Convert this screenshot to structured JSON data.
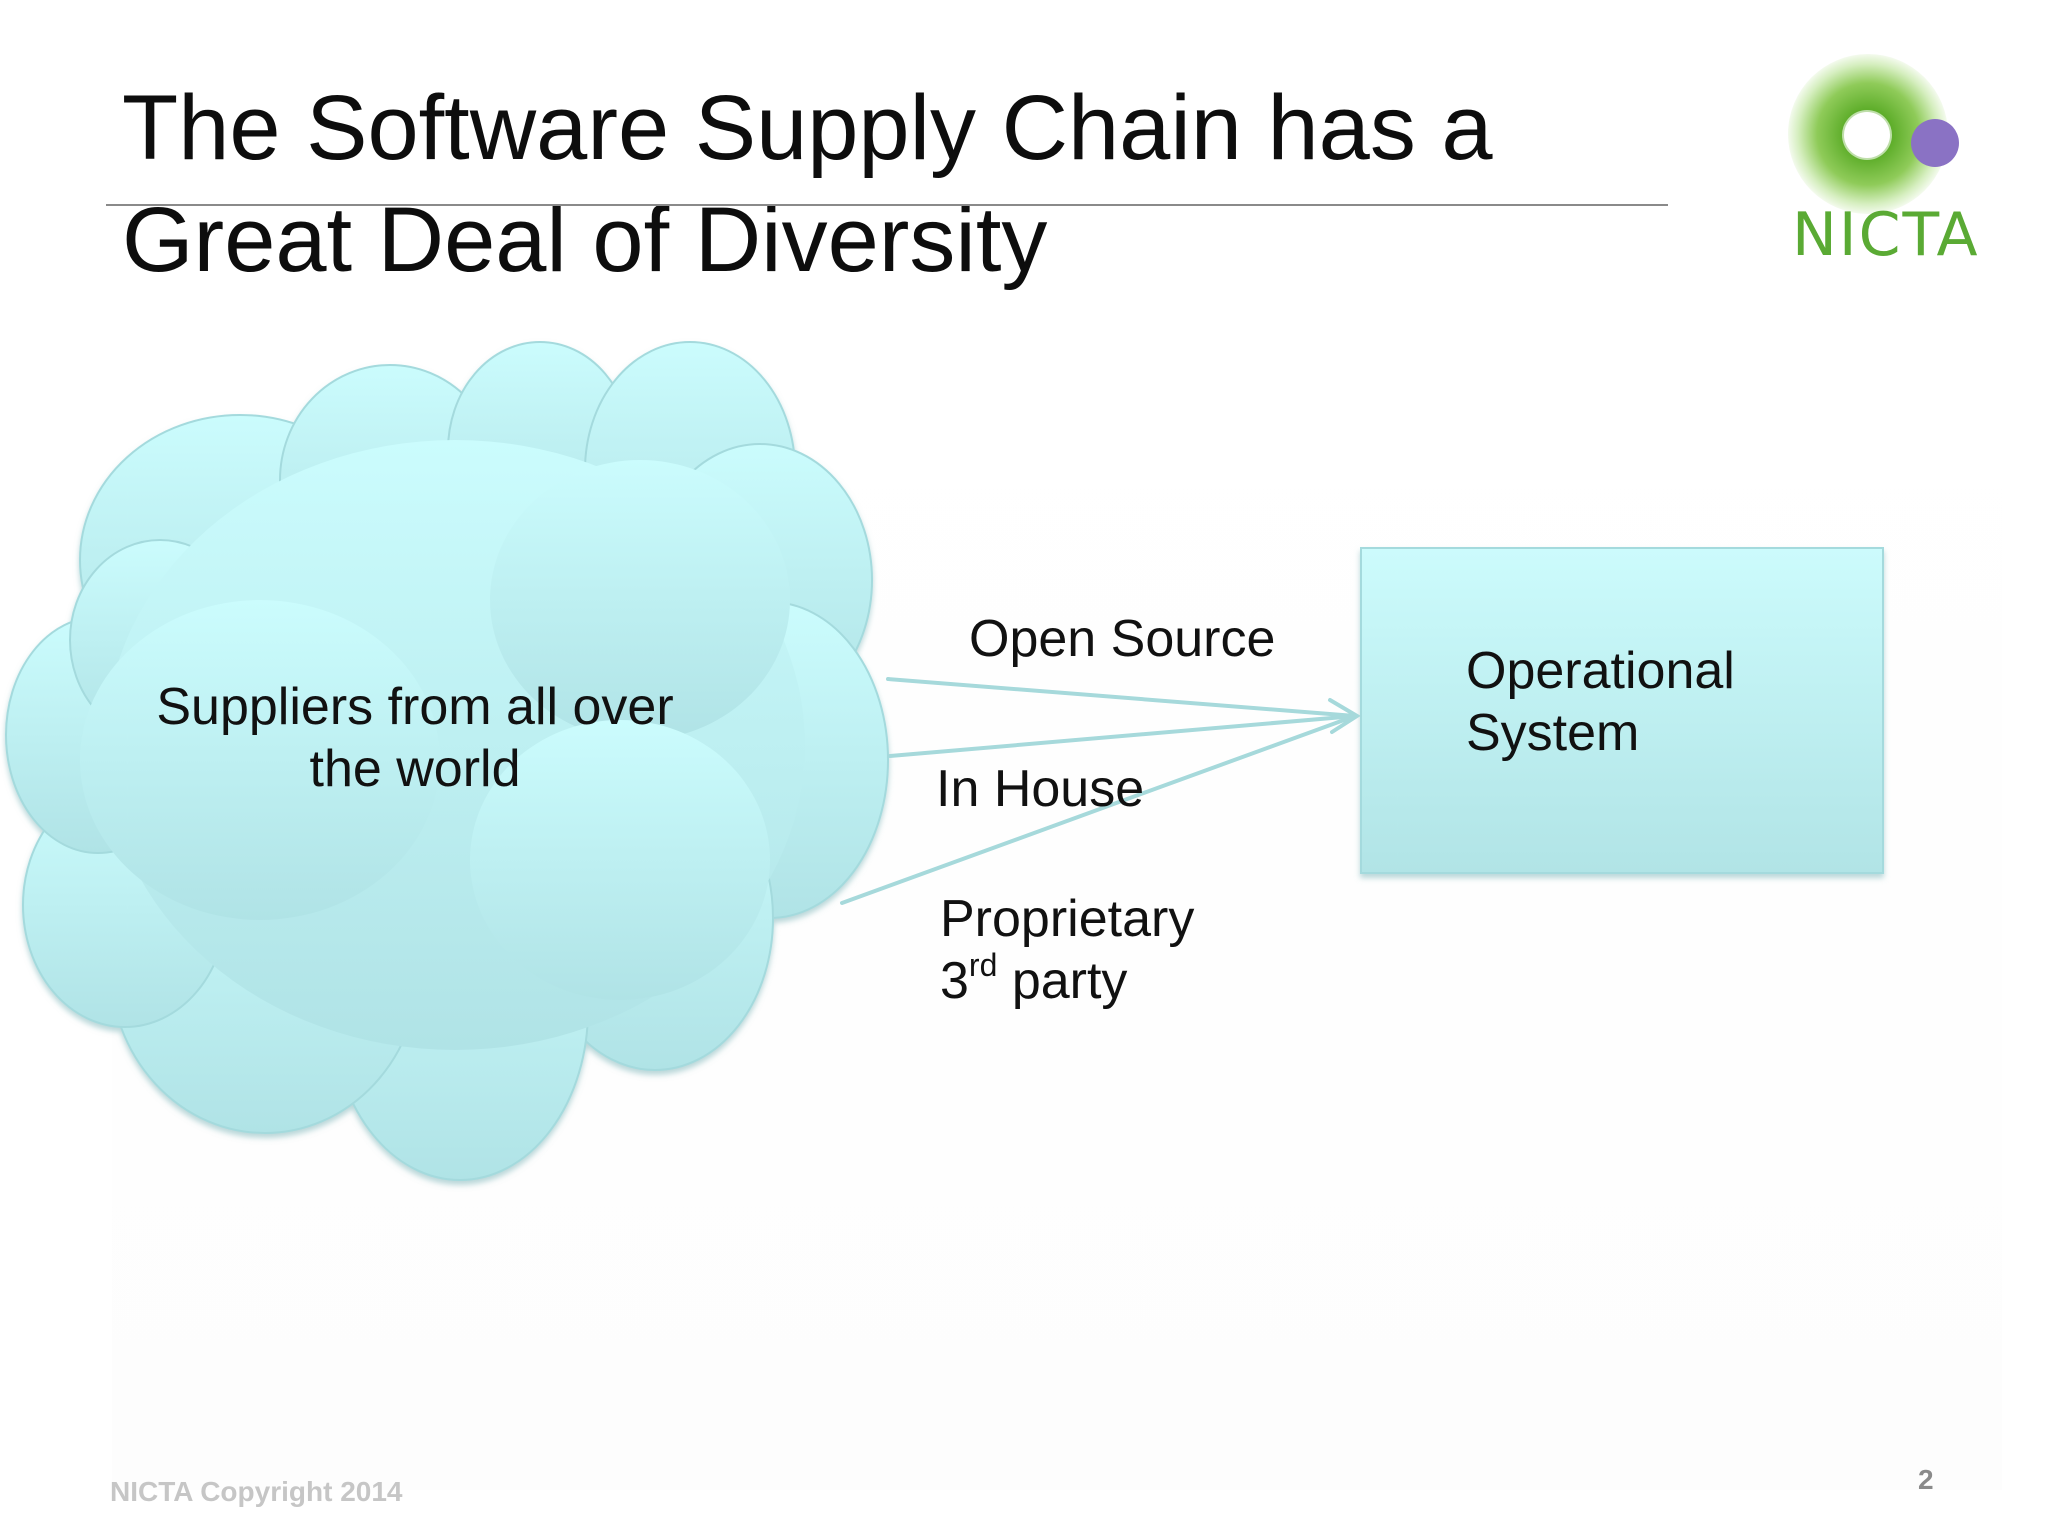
{
  "slide": {
    "title_line1": "The Software Supply Chain has a",
    "title_line2": "Great Deal of Diversity",
    "footer": "NICTA Copyright 2014",
    "page_number": "2"
  },
  "logo": {
    "text": "NICTA",
    "colors": {
      "green": "#5aaa34",
      "purple": "#8a72c4"
    }
  },
  "diagram": {
    "nodes": [
      {
        "id": "suppliers",
        "shape": "cloud",
        "line1": "Suppliers from all over",
        "line2": "the world",
        "fill": "#c8f7fa"
      },
      {
        "id": "operational",
        "shape": "box",
        "line1": "Operational",
        "line2": "System",
        "fill": "#c8f7fa"
      }
    ],
    "edges": [
      {
        "from": "suppliers",
        "to": "operational",
        "label": "Open Source"
      },
      {
        "from": "suppliers",
        "to": "operational",
        "label": "In House"
      },
      {
        "from": "suppliers",
        "to": "operational",
        "label_line1": "Proprietary",
        "label_line2_base": "3",
        "label_line2_sup": "rd",
        "label_line2_rest": " party"
      }
    ],
    "edge_color": "#a6d9db"
  }
}
